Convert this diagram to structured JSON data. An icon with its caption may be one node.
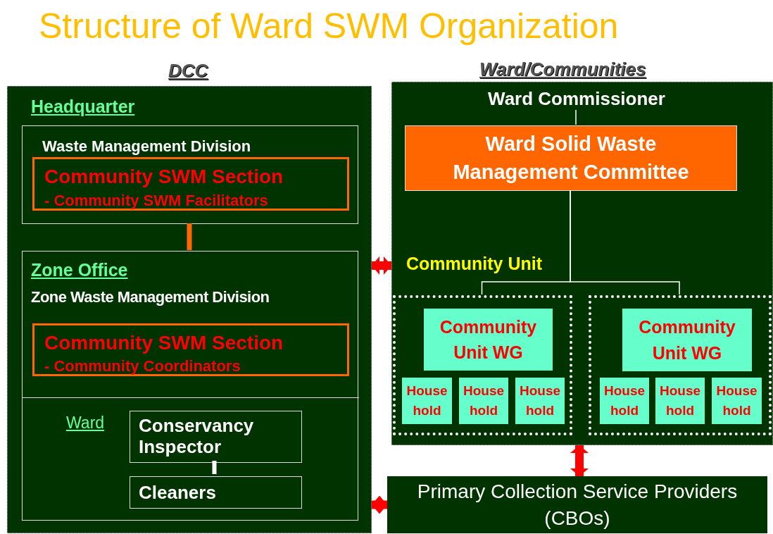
{
  "diagram": {
    "title": "Structure of Ward SWM Organization",
    "nodes": [
      {
        "text": [
          "DCC"
        ]
      },
      {
        "text": [
          "Headquarter",
          "Waste Management Division"
        ],
        "in": 0
      },
      {
        "text": [
          "Community SWM Section",
          "- Community SWM Facilitators"
        ],
        "in": 1
      },
      {
        "text": [
          "Zone Office",
          "Zone Waste Management Division"
        ],
        "in": 0
      },
      {
        "text": [
          "Community SWM Section",
          "- Community Coordinators"
        ],
        "in": 3
      },
      {
        "text": [
          "Ward"
        ],
        "in": 3
      },
      {
        "text": [
          "Conservancy Inspector"
        ],
        "in": 5
      },
      {
        "text": [
          "Cleaners"
        ],
        "in": 5
      },
      {
        "text": [
          "Ward/Communities"
        ]
      },
      {
        "text": [
          "Ward Commissioner"
        ],
        "in": 8
      },
      {
        "text": [
          "Ward Solid Waste Management Committee"
        ],
        "in": 8
      },
      {
        "text": [],
        "shape": "box",
        "in": 8
      },
      {
        "text": [],
        "shape": "box",
        "in": 8
      },
      {
        "text": [
          "Community Unit WG"
        ],
        "in": 11
      },
      {
        "text": [
          "House hold"
        ],
        "in": 11
      },
      {
        "text": [
          "House hold"
        ],
        "in": 11
      },
      {
        "text": [
          "House hold"
        ],
        "in": 11
      },
      {
        "text": [
          "Community Unit WG"
        ],
        "in": 12
      },
      {
        "text": [
          "House hold"
        ],
        "in": 12
      },
      {
        "text": [
          "House hold"
        ],
        "in": 12
      },
      {
        "text": [
          "House hold"
        ],
        "in": 12
      },
      {
        "text": [
          "Primary Collection Service Providers (CBOs)"
        ]
      }
    ],
    "edges": [
      {
        "from": 1,
        "to": 3,
        "arrow": "none",
        "color": "#ff6600"
      },
      {
        "from": 6,
        "to": 7,
        "arrow": "none"
      },
      {
        "from": 9,
        "to": 10,
        "arrow": "none"
      },
      {
        "from": 10,
        "to": 11,
        "arrow": "none"
      },
      {
        "from": 10,
        "to": 12,
        "arrow": "none"
      },
      {
        "from": 0,
        "to": 8,
        "arrow": "both",
        "style": "thick",
        "color": "#ff0000"
      },
      {
        "from": 0,
        "to": 21,
        "arrow": "both",
        "style": "thick",
        "color": "#ff0000"
      },
      {
        "from": 8,
        "to": 21,
        "arrow": "both",
        "style": "thick",
        "color": "#ff0000"
      }
    ],
    "labels": [
      "Community Unit"
    ]
  }
}
